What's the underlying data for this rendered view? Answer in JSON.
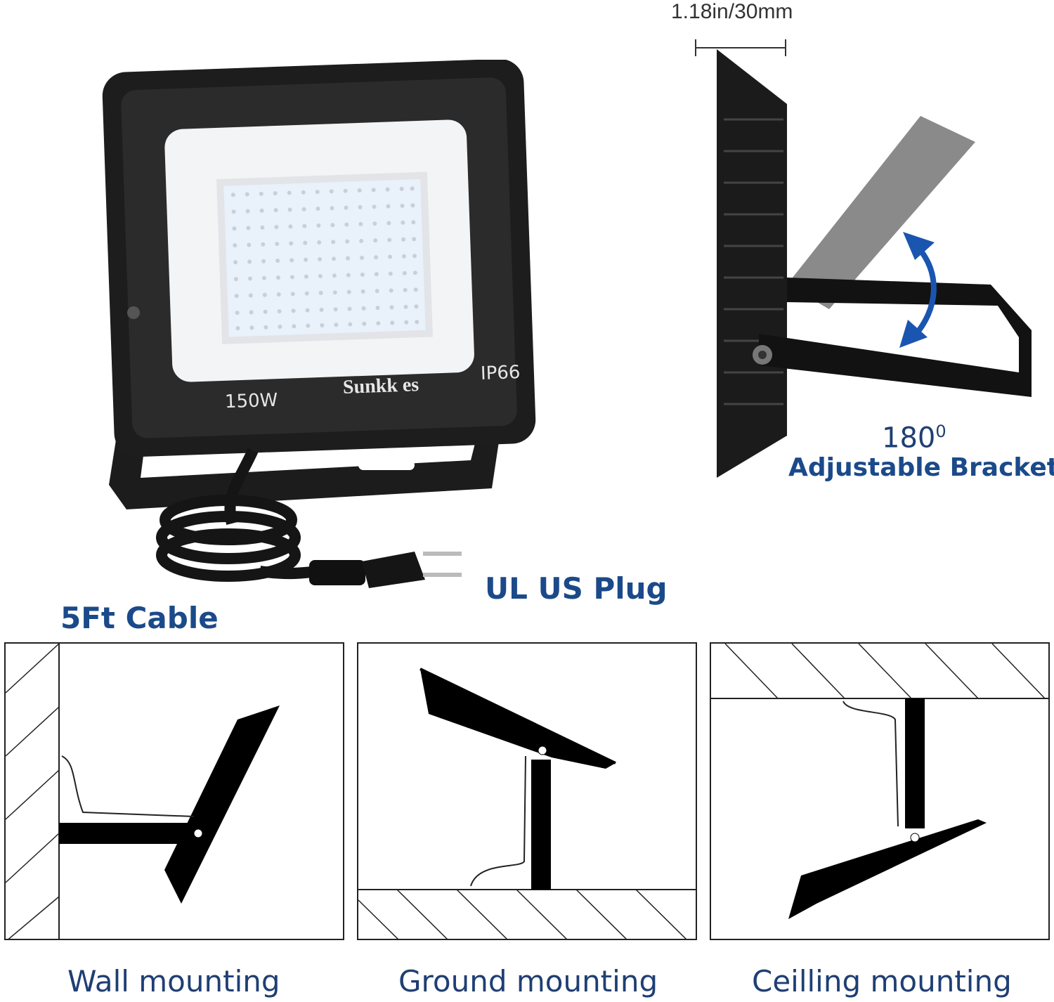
{
  "product": {
    "wattage": "150W",
    "brand": "Sunkk es",
    "ip_rating": "IP66"
  },
  "labels": {
    "cable": "5Ft Cable",
    "plug": "UL US Plug",
    "thickness": "1.18in/30mm",
    "angle_value": "180",
    "angle_unit": "0",
    "bracket": "Adjustable Bracket"
  },
  "mounting": [
    {
      "caption": "Wall mounting"
    },
    {
      "caption": "Ground mounting"
    },
    {
      "caption": "Ceilling mounting"
    }
  ],
  "colors": {
    "label_blue": "#1b4a8a",
    "arrow_blue": "#1a56b0",
    "housing": "#1a1a1a"
  }
}
